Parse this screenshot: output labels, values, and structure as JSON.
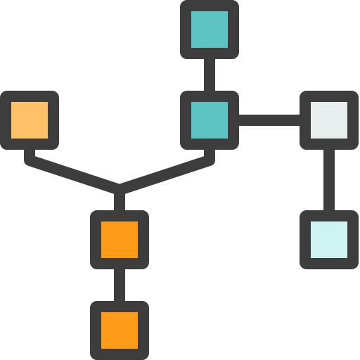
{
  "icon": "network-hierarchy-icon",
  "colors": {
    "stroke": "#3d3d3d",
    "teal": "#5ec4c3",
    "light_gray": "#e8eded",
    "light_cyan": "#cff3f0",
    "light_orange": "#ffc168",
    "orange": "#fe9b18"
  },
  "nodes": [
    {
      "id": "top-teal",
      "fill": "teal"
    },
    {
      "id": "center-teal",
      "fill": "teal"
    },
    {
      "id": "right-gray",
      "fill": "light_gray"
    },
    {
      "id": "lower-right-cyan",
      "fill": "light_cyan"
    },
    {
      "id": "left-orange",
      "fill": "light_orange"
    },
    {
      "id": "middle-orange",
      "fill": "orange"
    },
    {
      "id": "bottom-orange",
      "fill": "orange"
    }
  ]
}
